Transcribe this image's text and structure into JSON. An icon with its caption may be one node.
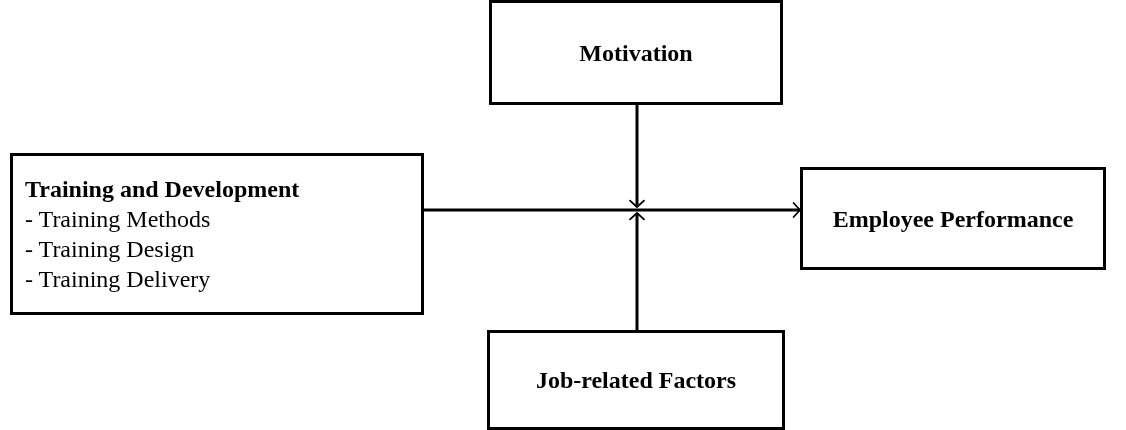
{
  "diagram": {
    "nodes": [
      {
        "text": [
          "Training and Development",
          "- Training Methods",
          "- Training Design",
          "- Training Delivery"
        ]
      },
      {
        "text": [
          "Motivation"
        ]
      },
      {
        "text": [
          "Employee Performance"
        ]
      },
      {
        "text": [
          "Job-related Factors"
        ]
      }
    ],
    "edges": [
      {
        "from": 0,
        "to": 2,
        "arrow": "to"
      },
      {
        "from": 1,
        "to": null,
        "arrow": "to"
      },
      {
        "from": 3,
        "to": null,
        "arrow": "to"
      }
    ]
  }
}
